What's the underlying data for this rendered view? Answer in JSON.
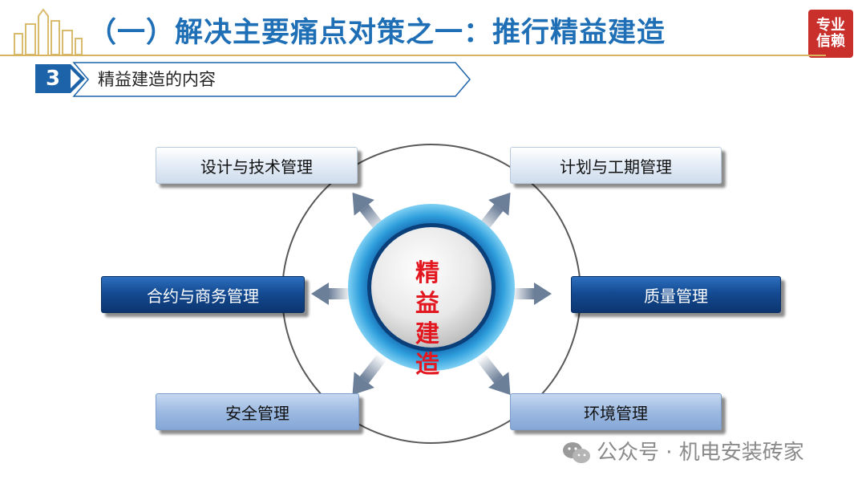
{
  "header": {
    "title": "（一）解决主要痛点对策之一：推行精益建造",
    "stamp_text": "专业信赖"
  },
  "section": {
    "number": "3",
    "title": "精益建造的内容"
  },
  "diagram": {
    "center": {
      "line1": "精 益",
      "line2": "建 造"
    },
    "items": [
      {
        "label": "设计与技术管理",
        "style": "light"
      },
      {
        "label": "计划与工期管理",
        "style": "light"
      },
      {
        "label": "合约与商务管理",
        "style": "dark"
      },
      {
        "label": "质量管理",
        "style": "dark"
      },
      {
        "label": "安全管理",
        "style": "mid"
      },
      {
        "label": "环境管理",
        "style": "mid"
      }
    ]
  },
  "watermark": {
    "icon": "wechat-icon",
    "text": "公众号 · 机电安装砖家"
  },
  "colors": {
    "title_blue": "#1f6fb6",
    "center_red": "#e3171f",
    "dark_box": "#144b92",
    "gold_rule": "#d8b462"
  }
}
